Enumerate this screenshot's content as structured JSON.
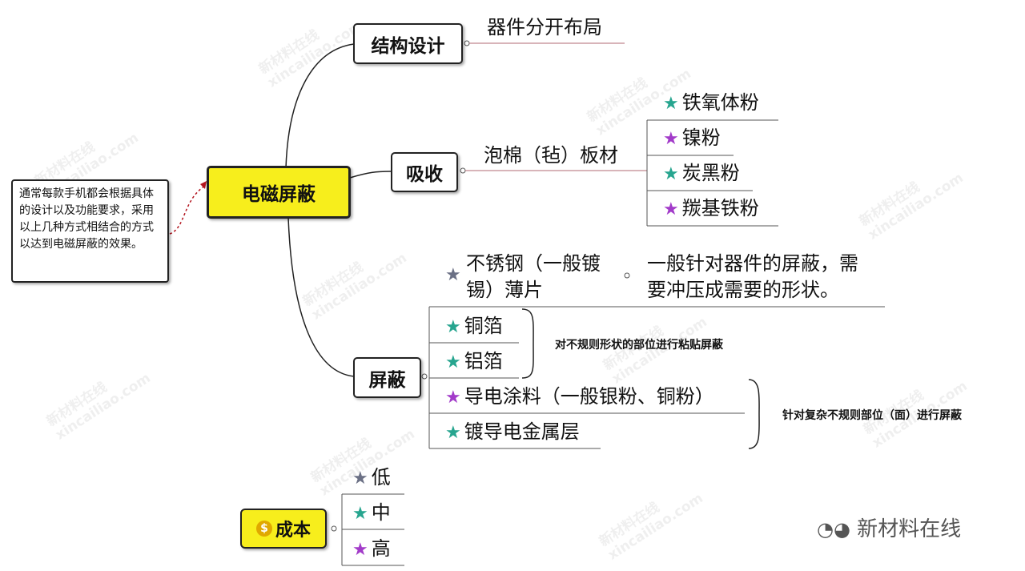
{
  "colors": {
    "central": "#f7ee1c",
    "teal_star": "#27a58f",
    "purple_star": "#a23bc9",
    "gray_star": "#6b7085",
    "line": "#222222",
    "underline": "#b06a73"
  },
  "central": "电磁屏蔽",
  "note": "通常每款手机都会根据具体的设计以及功能要求，采用以上几种方式相结合的方式以达到电磁屏蔽的效果。",
  "branches": {
    "structure": {
      "label": "结构设计",
      "child": "器件分开布局"
    },
    "absorb": {
      "label": "吸收",
      "child": "泡棉（毡）板材",
      "items": [
        {
          "label": "铁氧体粉",
          "star": "teal"
        },
        {
          "label": "镍粉",
          "star": "purple"
        },
        {
          "label": "炭黑粉",
          "star": "teal"
        },
        {
          "label": "羰基铁粉",
          "star": "purple"
        }
      ]
    },
    "shield": {
      "label": "屏蔽",
      "stainless": {
        "line1": "不锈钢（一般镀",
        "line2": "锡）薄片",
        "star": "gray",
        "note_line1": "一般针对器件的屏蔽，需",
        "note_line2": "要冲压成需要的形状。"
      },
      "items": [
        {
          "label": "铜箔",
          "star": "teal"
        },
        {
          "label": "铝箔",
          "star": "teal"
        },
        {
          "label": "导电涂料（一般银粉、铜粉）",
          "star": "purple"
        },
        {
          "label": "镀导电金属层",
          "star": "teal"
        }
      ],
      "group1_note": "对不规则形状的部位进行粘贴屏蔽",
      "group2_note": "针对复杂不规则部位（面）进行屏蔽"
    }
  },
  "legend": {
    "label": "成本",
    "icon": "dollar-icon",
    "items": [
      {
        "label": "低",
        "star": "gray"
      },
      {
        "label": "中",
        "star": "teal"
      },
      {
        "label": "高",
        "star": "purple"
      }
    ]
  },
  "logo_text": "新材料在线",
  "watermark": {
    "cn": "新材料在线",
    "en": "xincailiao.com"
  }
}
